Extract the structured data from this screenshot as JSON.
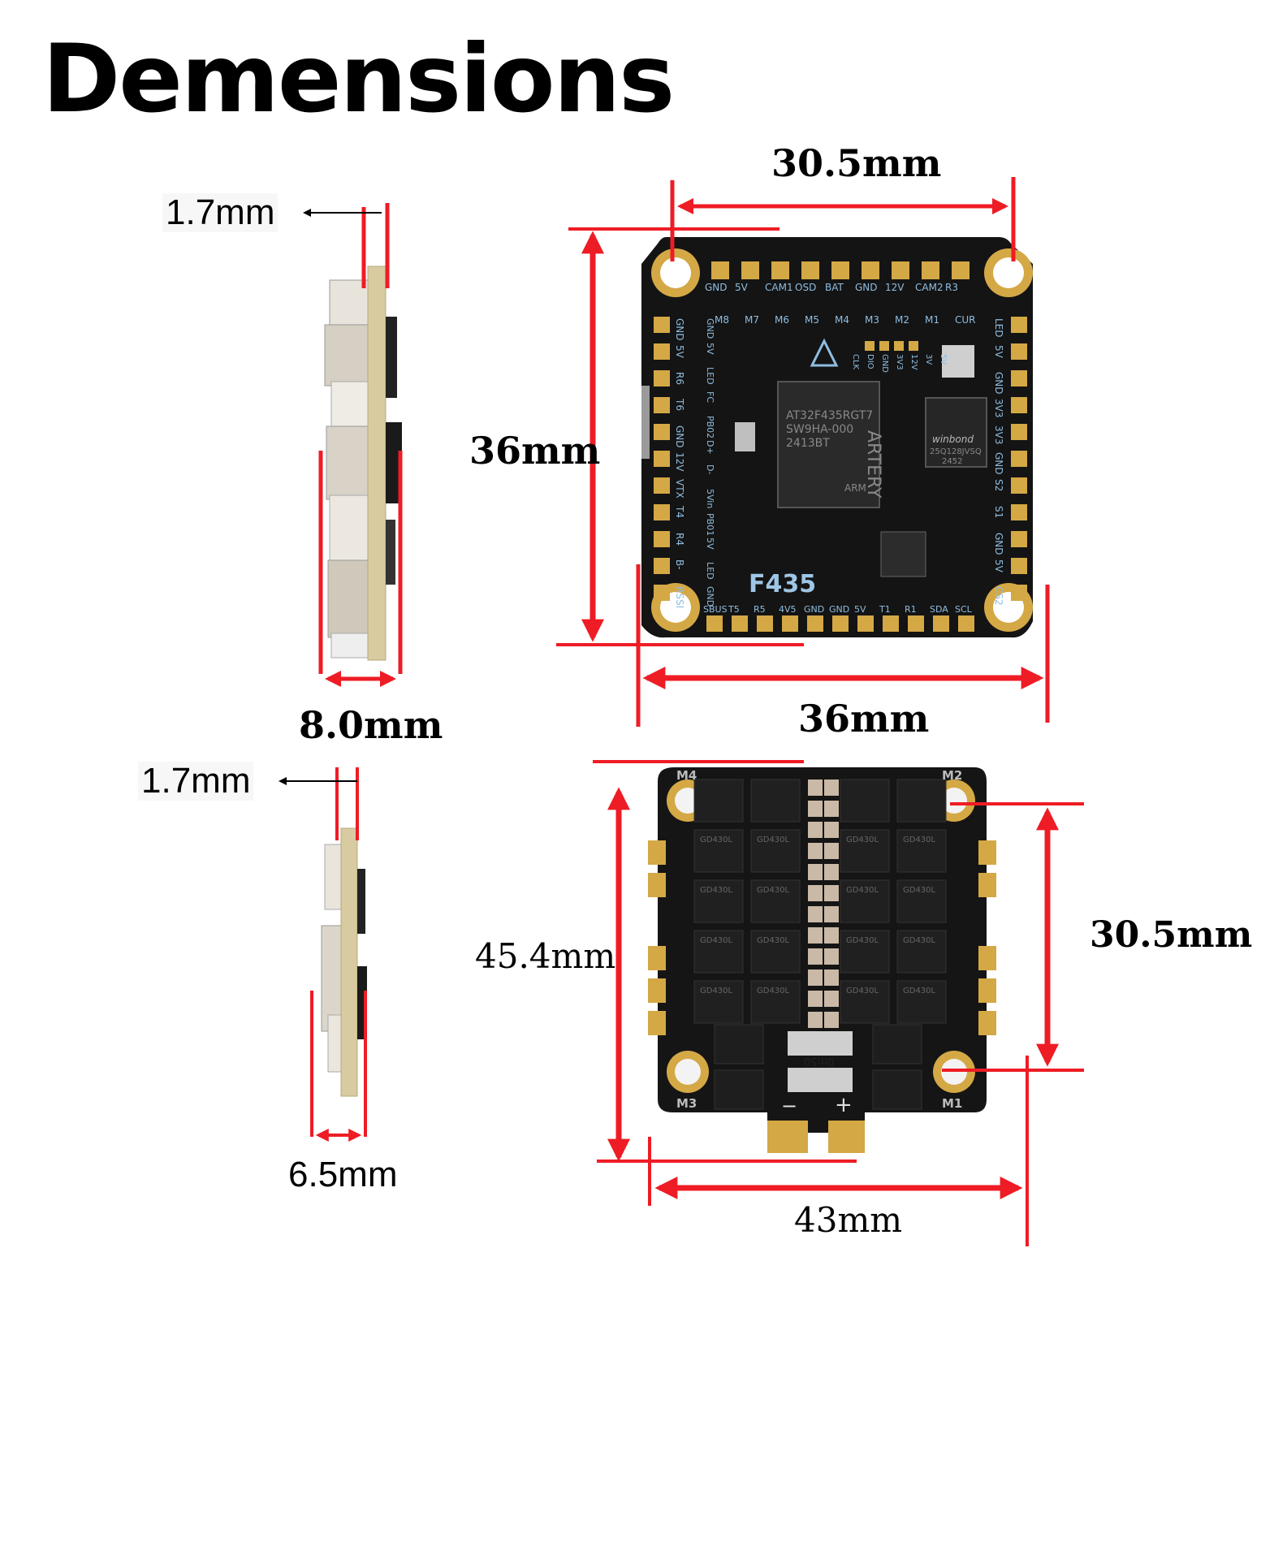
{
  "title": "Demensions",
  "dimensions": {
    "fc_thickness": "1.7mm",
    "fc_side_height": "8.0mm",
    "esc_thickness": "1.7mm",
    "esc_side_height": "6.5mm",
    "fc_mount_spacing": "30.5mm",
    "fc_height": "36mm",
    "fc_width": "36mm",
    "esc_height": "45.4mm",
    "esc_mount_spacing": "30.5mm",
    "esc_width": "43mm"
  },
  "fc_board": {
    "model": "F435",
    "mcu_brand": "ARTERY",
    "mcu_line1": "AT32F435RGT7",
    "mcu_line2": "SW9HA-000",
    "mcu_line3": "2413BT",
    "mcu_arm": "ARM",
    "flash_brand": "winbond",
    "flash_line1": "25Q128JVSQ",
    "flash_line2": "2452",
    "top_labels": [
      "GND",
      "5V",
      "CAM1",
      "OSD",
      "BAT",
      "GND",
      "12V",
      "CAM2",
      "R3"
    ],
    "motor_labels": [
      "M8",
      "M7",
      "M6",
      "M5",
      "M4",
      "M3",
      "M2",
      "M1",
      "CUR"
    ],
    "left_labels": [
      "GND",
      "5V",
      "R6",
      "T6",
      "GND",
      "12V",
      "VTX",
      "T4",
      "R4",
      "B-",
      "RSSI"
    ],
    "left_inner_labels": [
      "GND",
      "5V",
      "LED",
      "FC",
      "PB02",
      "D+",
      "D-",
      "5Vin",
      "PB01",
      "5V",
      "LED",
      "GND"
    ],
    "right_labels": [
      "LED",
      "5V",
      "GND",
      "3V3",
      "3V3",
      "GND",
      "S2",
      "S1",
      "GND",
      "5V",
      "CS2"
    ],
    "bottom_labels": [
      "SBUS",
      "T5",
      "R5",
      "4V5",
      "GND",
      "GND",
      "5V",
      "T1",
      "R1",
      "SDA",
      "SCL"
    ],
    "center_labels": [
      "CLK",
      "DIO",
      "GND",
      "3V3",
      "12V",
      "3V",
      "5V"
    ]
  },
  "esc_board": {
    "corner_labels": [
      "M4",
      "M2",
      "M3",
      "M1"
    ],
    "mosfet_code": "GD430L",
    "shunt_code": "0m50",
    "minus": "−",
    "plus": "+"
  },
  "colors": {
    "arrow": "#ee1c25",
    "pcb": "#141414",
    "pad": "#d4a845",
    "side_pcb": "#d8cba2",
    "silk": "#8fbde0"
  }
}
